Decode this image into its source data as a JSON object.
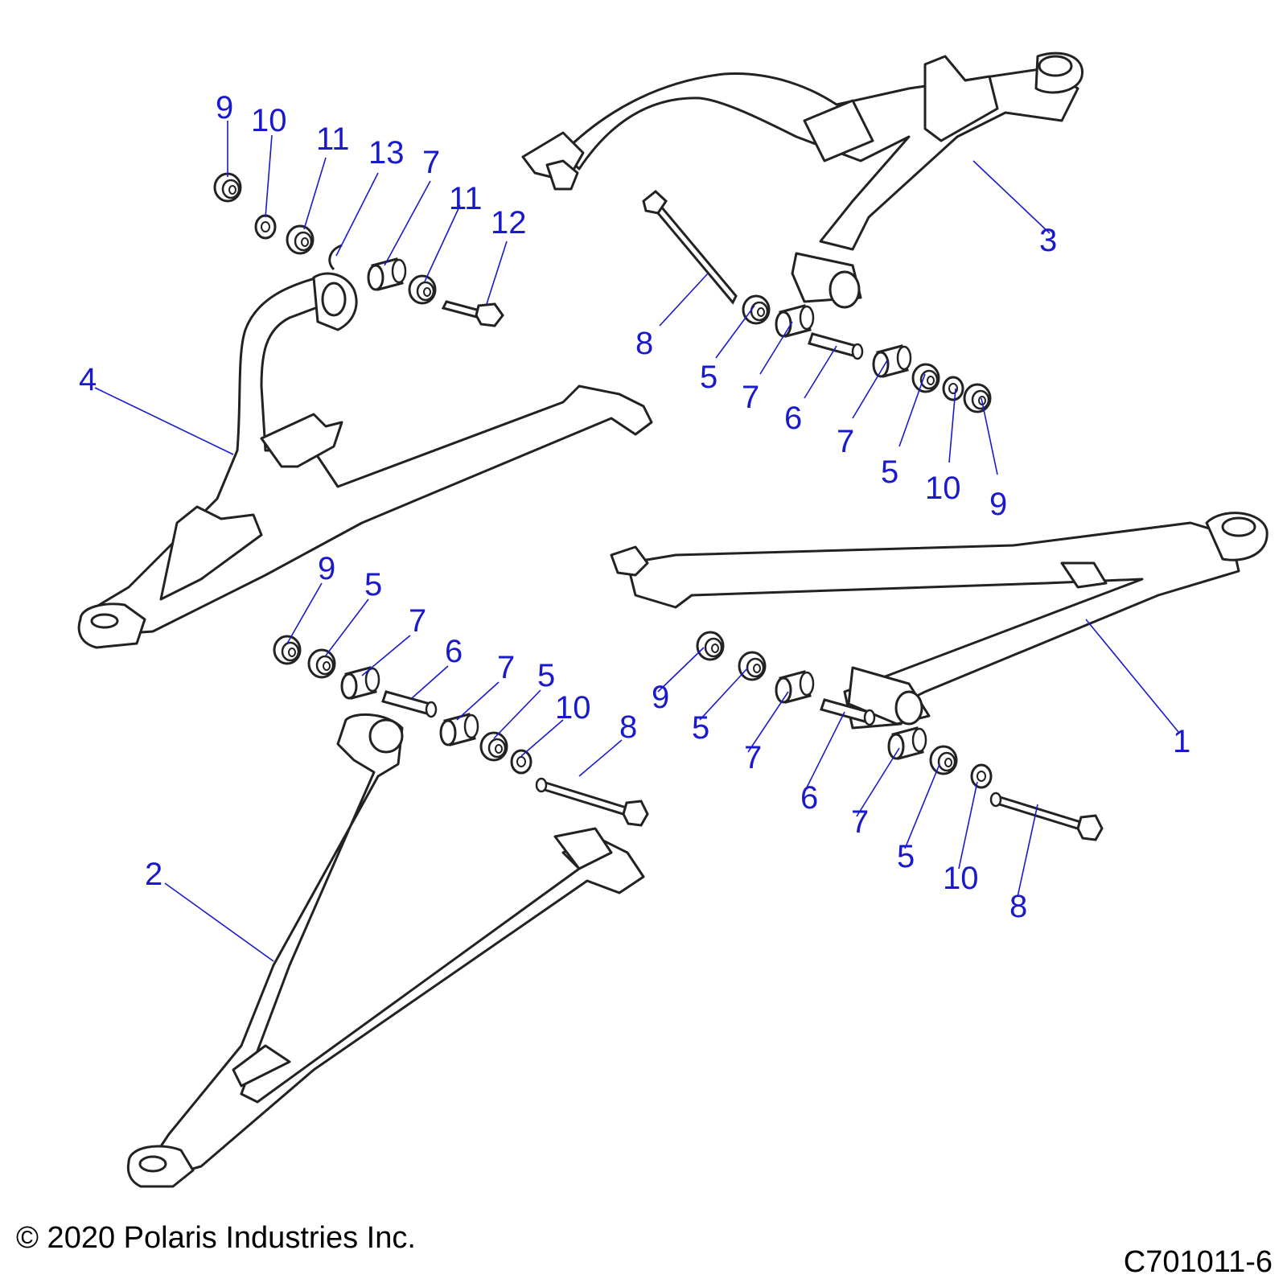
{
  "callouts": {
    "c9a": "9",
    "c10a": "10",
    "c11a": "11",
    "c13": "13",
    "c7a": "7",
    "c11b": "11",
    "c12": "12",
    "c3": "3",
    "c8a": "8",
    "c5a": "5",
    "c7b": "7",
    "c6a": "6",
    "c7c": "7",
    "c5b": "5",
    "c10b": "10",
    "c9b": "9",
    "c4": "4",
    "c9c": "9",
    "c5c": "5",
    "c7d": "7",
    "c6b": "6",
    "c7e": "7",
    "c5d": "5",
    "c10c": "10",
    "c8b": "8",
    "c2": "2",
    "c9d": "9",
    "c5e": "5",
    "c7f": "7",
    "c6c": "6",
    "c7g": "7",
    "c5f": "5",
    "c10d": "10",
    "c8c": "8",
    "c1": "1"
  },
  "footer": {
    "copyright": "© 2020 Polaris Industries Inc.",
    "drawing_number": "C701011-6"
  },
  "colors": {
    "callout_text": "#1a1acc",
    "part_outline": "#222222",
    "part_fill": "#ffffff"
  }
}
